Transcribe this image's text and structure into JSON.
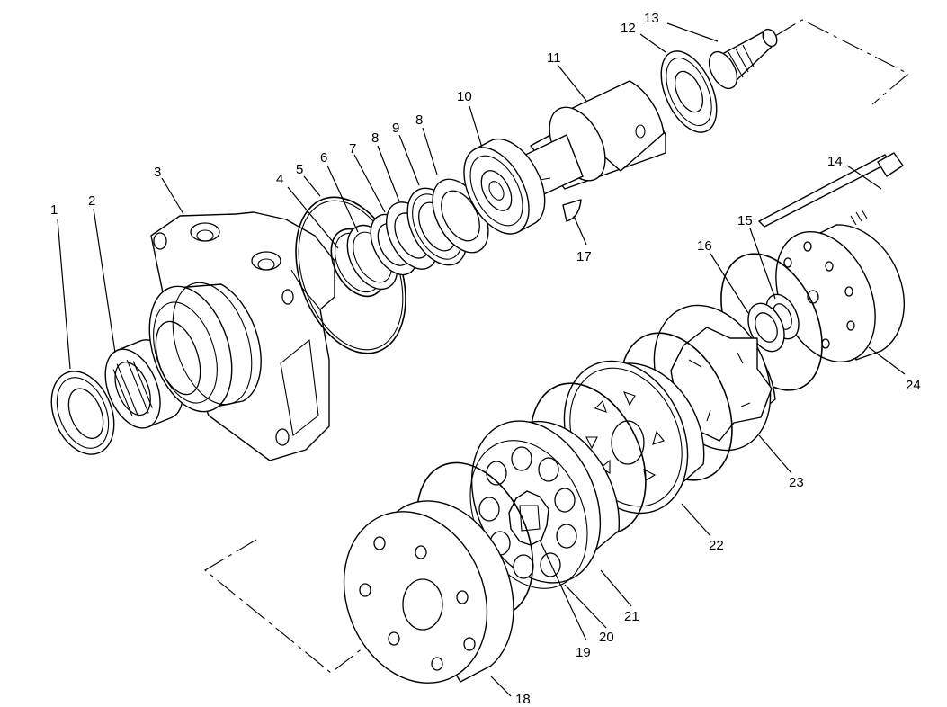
{
  "callouts": [
    {
      "id": "1",
      "label": "1"
    },
    {
      "id": "2",
      "label": "2"
    },
    {
      "id": "3",
      "label": "3"
    },
    {
      "id": "4",
      "label": "4"
    },
    {
      "id": "5",
      "label": "5"
    },
    {
      "id": "6",
      "label": "6"
    },
    {
      "id": "7",
      "label": "7"
    },
    {
      "id": "8a",
      "label": "8"
    },
    {
      "id": "9",
      "label": "9"
    },
    {
      "id": "8b",
      "label": "8"
    },
    {
      "id": "10",
      "label": "10"
    },
    {
      "id": "11",
      "label": "11"
    },
    {
      "id": "12",
      "label": "12"
    },
    {
      "id": "13",
      "label": "13"
    },
    {
      "id": "14",
      "label": "14"
    },
    {
      "id": "15",
      "label": "15"
    },
    {
      "id": "16",
      "label": "16"
    },
    {
      "id": "17",
      "label": "17"
    },
    {
      "id": "18",
      "label": "18"
    },
    {
      "id": "19",
      "label": "19"
    },
    {
      "id": "20",
      "label": "20"
    },
    {
      "id": "21",
      "label": "21"
    },
    {
      "id": "22",
      "label": "22"
    },
    {
      "id": "23",
      "label": "23"
    },
    {
      "id": "24",
      "label": "24"
    }
  ]
}
